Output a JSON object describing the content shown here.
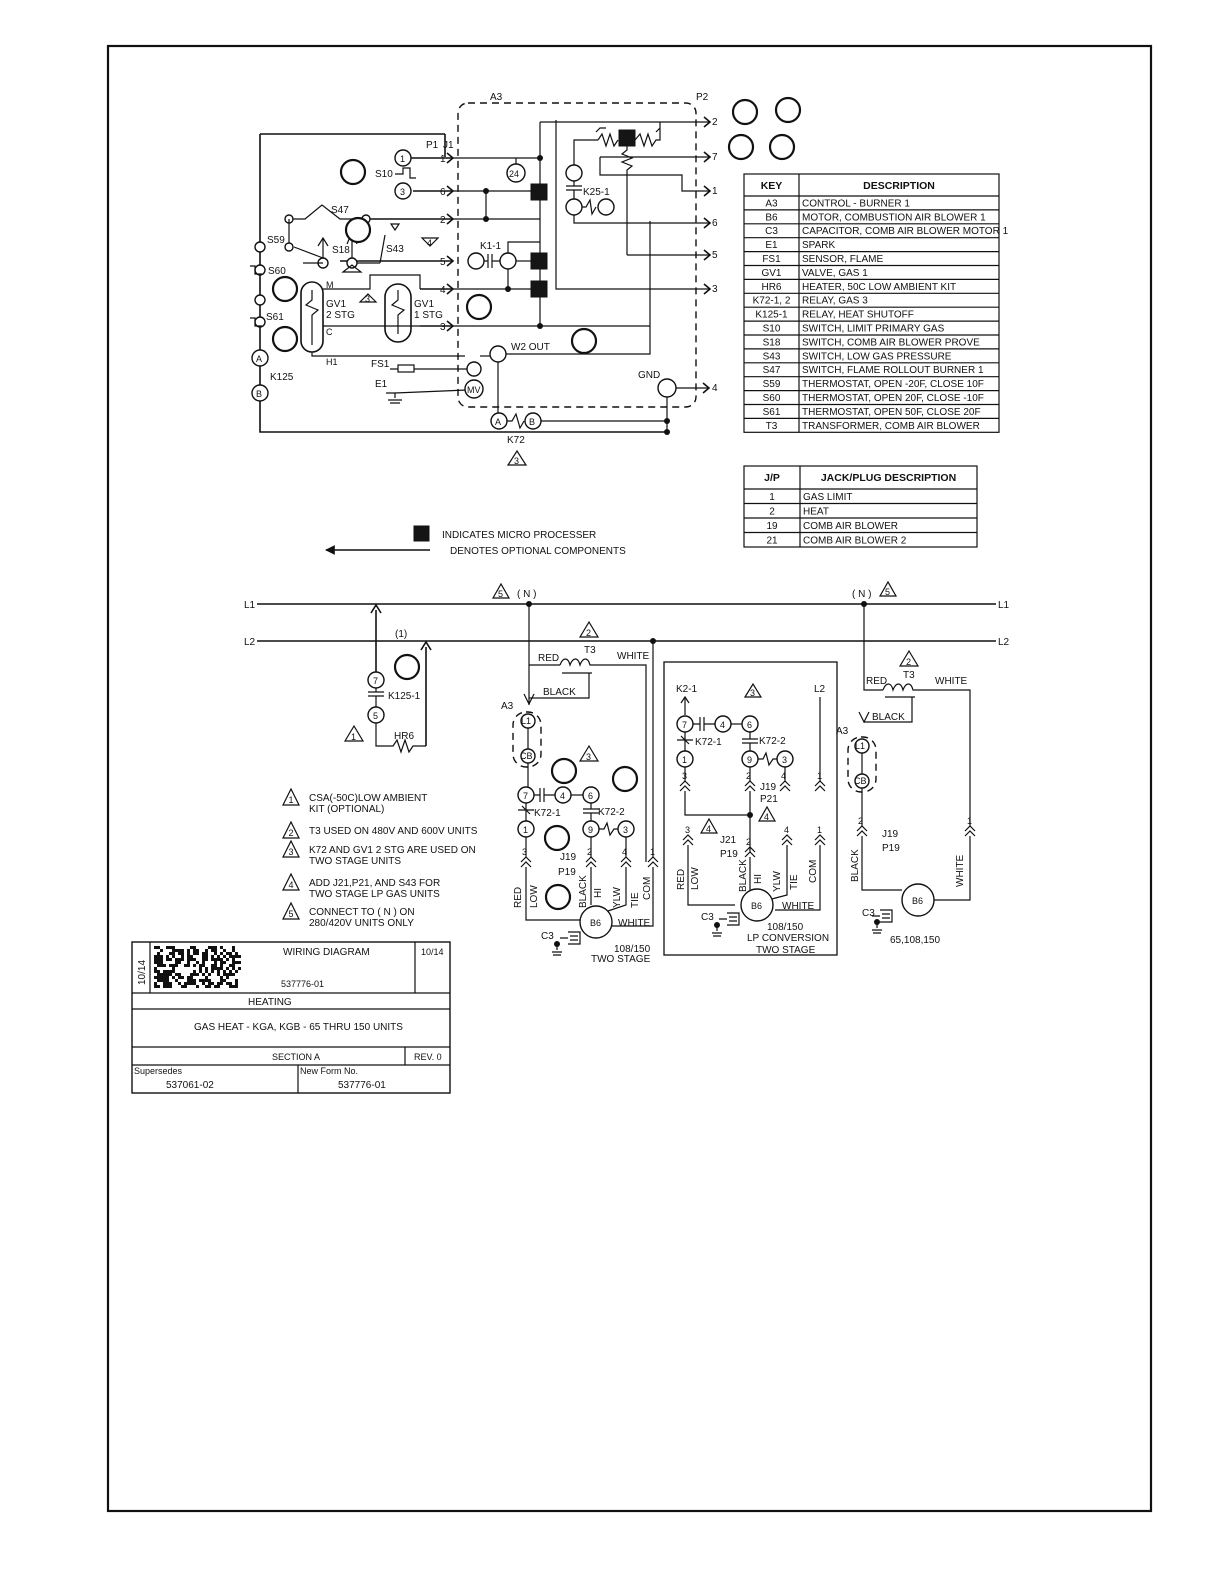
{
  "key_table": {
    "headers": [
      "KEY",
      "DESCRIPTION"
    ],
    "rows": [
      [
        "A3",
        "CONTROL - BURNER 1"
      ],
      [
        "B6",
        "MOTOR, COMBUSTION AIR BLOWER 1"
      ],
      [
        "C3",
        "CAPACITOR, COMB AIR BLOWER MOTOR 1"
      ],
      [
        "E1",
        "SPARK"
      ],
      [
        "FS1",
        "SENSOR, FLAME"
      ],
      [
        "GV1",
        "VALVE, GAS 1"
      ],
      [
        "HR6",
        "HEATER, 50C LOW AMBIENT KIT"
      ],
      [
        "K72-1, 2",
        "RELAY, GAS 3"
      ],
      [
        "K125-1",
        "RELAY, HEAT SHUTOFF"
      ],
      [
        "S10",
        "SWITCH, LIMIT PRIMARY GAS"
      ],
      [
        "S18",
        "SWITCH, COMB AIR BLOWER PROVE"
      ],
      [
        "S43",
        "SWITCH, LOW GAS PRESSURE"
      ],
      [
        "S47",
        "SWITCH, FLAME ROLLOUT BURNER 1"
      ],
      [
        "S59",
        "THERMOSTAT, OPEN -20F, CLOSE 10F"
      ],
      [
        "S60",
        "THERMOSTAT, OPEN 20F, CLOSE -10F"
      ],
      [
        "S61",
        "THERMOSTAT, OPEN 50F, CLOSE 20F"
      ],
      [
        "T3",
        "TRANSFORMER, COMB AIR BLOWER"
      ]
    ]
  },
  "jack_table": {
    "headers": [
      "J/P",
      "JACK/PLUG DESCRIPTION"
    ],
    "rows": [
      [
        "1",
        "GAS LIMIT"
      ],
      [
        "2",
        "HEAT"
      ],
      [
        "19",
        "COMB AIR BLOWER"
      ],
      [
        "21",
        "COMB AIR BLOWER 2"
      ]
    ]
  },
  "legend": {
    "micro": "INDICATES MICRO PROCESSER",
    "optional": "DENOTES OPTIONAL COMPONENTS"
  },
  "notes": [
    {
      "num": "1",
      "lines": [
        "CSA(-50C)LOW AMBIENT",
        "KIT (OPTIONAL)"
      ]
    },
    {
      "num": "2",
      "lines": [
        "T3 USED ON 480V AND 600V UNITS"
      ]
    },
    {
      "num": "3",
      "lines": [
        "K72 AND GV1 2 STG ARE USED ON",
        "TWO STAGE UNITS"
      ]
    },
    {
      "num": "4",
      "lines": [
        "ADD J21,P21, AND S43 FOR",
        "TWO STAGE LP GAS UNITS"
      ]
    },
    {
      "num": "5",
      "lines": [
        "CONNECT TO ( N ) ON",
        "280/420V UNITS ONLY"
      ]
    }
  ],
  "title_block": {
    "date_side": "10/14",
    "title": "WIRING DIAGRAM",
    "date": "10/14",
    "form_number": "537776-01",
    "category": "HEATING",
    "subject": "GAS HEAT - KGA, KGB - 65 THRU 150 UNITS",
    "section": "SECTION A",
    "rev": "REV. 0",
    "supersedes_label": "Supersedes",
    "supersedes_value": "537061-02",
    "new_form_label": "New Form No.",
    "new_form_value": "537776-01"
  },
  "schematic_labels": {
    "A3": "A3",
    "P2": "P2",
    "P1": "P1",
    "J1": "J1",
    "S10": "S10",
    "S47": "S47",
    "S59": "S59",
    "S18": "S18",
    "S43": "S43",
    "S60": "S60",
    "S61": "S61",
    "K125": "K125",
    "K25_1": "K25-1",
    "K1_1": "K1-1",
    "M": "M",
    "C": "C",
    "H1": "H1",
    "GV1a": "GV1",
    "GV1a_sub": "2 STG",
    "GV1b": "GV1",
    "GV1b_sub": "1 STG",
    "W2OUT": "W2 OUT",
    "GND": "GND",
    "FS1": "FS1",
    "E1": "E1",
    "MV": "MV",
    "K72": "K72",
    "n24": "24",
    "pin_1": "1",
    "pin_2": "2",
    "pin_3": "3",
    "pin_4": "4",
    "pin_5": "5",
    "pin_6": "6",
    "pin_7": "7",
    "tri_3": "3",
    "tri_4": "4",
    "a": "A",
    "b": "B",
    "L1": "L1",
    "L2": "L2",
    "N": "( N )",
    "one": "(1)",
    "K125_1": "K125-1",
    "HR6": "HR6",
    "RED": "RED",
    "BLACK": "BLACK",
    "WHITE": "WHITE",
    "T3": "T3",
    "CB": "CB",
    "L1c": "L1",
    "K72_1": "K72-1",
    "K72_2": "K72-2",
    "K2_1": "K2-1",
    "J19": "J19",
    "P19": "P19",
    "J21": "J21",
    "P21": "P21",
    "LOW": "LOW",
    "HI": "HI",
    "YLW": "YLW",
    "TIE": "TIE",
    "COM": "COM",
    "B6": "B6",
    "C3": "C3",
    "cap1": "108/150",
    "cap1b": "TWO STAGE",
    "cap2": "108/150",
    "cap2b": "LP CONVERSION",
    "cap2c": "TWO STAGE",
    "cap3": "65,108,150"
  }
}
